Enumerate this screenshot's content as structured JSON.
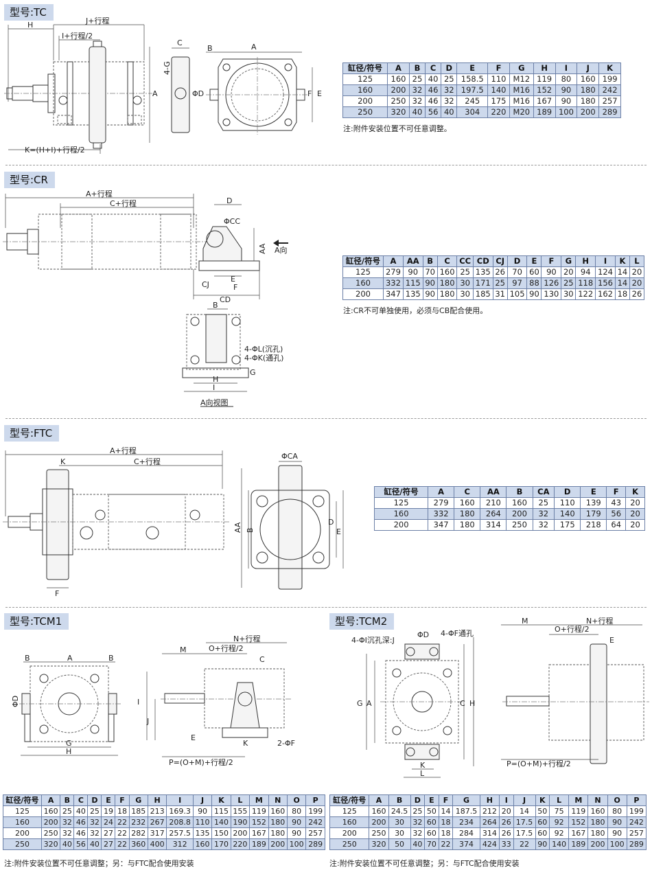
{
  "sections": {
    "tc": {
      "title": "型号:TC",
      "labels": {
        "H": "H",
        "J": "J+行程",
        "I": "I+行程/2",
        "K": "K=(H+I)+行程/2",
        "A1": "A",
        "C": "C",
        "G": "4-G",
        "D": "ΦD",
        "B": "B",
        "A2": "A",
        "F": "F",
        "E": "E"
      },
      "table": {
        "headers": [
          "缸径/符号",
          "A",
          "B",
          "C",
          "D",
          "E",
          "F",
          "G",
          "H",
          "I",
          "J",
          "K"
        ],
        "rows": [
          [
            "125",
            "160",
            "25",
            "40",
            "25",
            "158.5",
            "110",
            "M12",
            "119",
            "80",
            "160",
            "199"
          ],
          [
            "160",
            "200",
            "32",
            "46",
            "32",
            "197.5",
            "140",
            "M16",
            "152",
            "90",
            "180",
            "242"
          ],
          [
            "200",
            "250",
            "32",
            "46",
            "32",
            "245",
            "175",
            "M16",
            "167",
            "90",
            "180",
            "257"
          ],
          [
            "250",
            "320",
            "40",
            "56",
            "40",
            "304",
            "220",
            "M20",
            "189",
            "100",
            "200",
            "289"
          ]
        ]
      },
      "note": "注:附件安装位置不可任意调整。"
    },
    "cr": {
      "title": "型号:CR",
      "labels": {
        "A": "A+行程",
        "C": "C+行程",
        "D": "D",
        "CC": "ΦCC",
        "AA": "AA",
        "dir": "A向",
        "CJ": "CJ",
        "CD": "CD",
        "E": "E",
        "F": "F",
        "B": "B",
        "L": "4-ΦL(沉孔)",
        "K": "4-ΦK(通孔)",
        "G": "G",
        "H": "H",
        "I": "I",
        "view": "A向视图"
      },
      "table": {
        "headers": [
          "缸径/符号",
          "A",
          "AA",
          "B",
          "C",
          "CC",
          "CD",
          "CJ",
          "D",
          "E",
          "F",
          "G",
          "H",
          "I",
          "K",
          "L"
        ],
        "rows": [
          [
            "125",
            "279",
            "90",
            "70",
            "160",
            "25",
            "135",
            "26",
            "70",
            "60",
            "90",
            "20",
            "94",
            "124",
            "14",
            "20"
          ],
          [
            "160",
            "332",
            "115",
            "90",
            "180",
            "30",
            "171",
            "25",
            "97",
            "88",
            "126",
            "25",
            "118",
            "156",
            "14",
            "20"
          ],
          [
            "200",
            "347",
            "135",
            "90",
            "180",
            "30",
            "185",
            "31",
            "105",
            "90",
            "130",
            "30",
            "122",
            "162",
            "18",
            "26"
          ]
        ]
      },
      "note": "注:CR不可单独使用，必须与CB配合使用。"
    },
    "ftc": {
      "title": "型号:FTC",
      "labels": {
        "A": "A+行程",
        "K": "K",
        "C": "C+行程",
        "F": "F",
        "CA": "ΦCA",
        "AA": "AA",
        "B": "B",
        "D": "D",
        "E": "E"
      },
      "table": {
        "headers": [
          "缸径/符号",
          "A",
          "C",
          "AA",
          "B",
          "CA",
          "D",
          "E",
          "F",
          "K"
        ],
        "rows": [
          [
            "125",
            "279",
            "160",
            "210",
            "160",
            "25",
            "110",
            "139",
            "43",
            "20"
          ],
          [
            "160",
            "332",
            "180",
            "264",
            "200",
            "32",
            "140",
            "179",
            "56",
            "20"
          ],
          [
            "200",
            "347",
            "180",
            "314",
            "250",
            "32",
            "175",
            "218",
            "64",
            "20"
          ]
        ]
      }
    },
    "tcm1": {
      "title": "型号:TCM1",
      "labels": {
        "B1": "B",
        "A": "A",
        "B2": "B",
        "D": "ΦD",
        "G": "G",
        "H": "H",
        "N": "N+行程",
        "M": "M",
        "O": "O+行程/2",
        "C": "C",
        "I": "I",
        "J": "J",
        "E": "E",
        "K": "K",
        "F": "2-ΦF",
        "P": "P=(O+M)+行程/2"
      },
      "table": {
        "headers": [
          "缸径/符号",
          "A",
          "B",
          "C",
          "D",
          "E",
          "F",
          "G",
          "H",
          "I",
          "J",
          "K",
          "L",
          "M",
          "N",
          "O",
          "P"
        ],
        "rows": [
          [
            "125",
            "160",
            "25",
            "40",
            "25",
            "19",
            "18",
            "185",
            "213",
            "169.3",
            "90",
            "115",
            "155",
            "119",
            "160",
            "80",
            "199"
          ],
          [
            "160",
            "200",
            "32",
            "46",
            "32",
            "24",
            "22",
            "232",
            "267",
            "208.8",
            "110",
            "140",
            "190",
            "152",
            "180",
            "90",
            "242"
          ],
          [
            "200",
            "250",
            "32",
            "46",
            "32",
            "27",
            "22",
            "282",
            "317",
            "257.5",
            "135",
            "150",
            "200",
            "167",
            "180",
            "90",
            "257"
          ],
          [
            "250",
            "320",
            "40",
            "56",
            "40",
            "27",
            "22",
            "360",
            "400",
            "312",
            "160",
            "170",
            "220",
            "189",
            "200",
            "100",
            "289"
          ]
        ]
      },
      "note": "注:附件安装位置不可任意调整；另：与FTC配合使用安装"
    },
    "tcm2": {
      "title": "型号:TCM2",
      "labels": {
        "I": "4-ΦI沉孔深:J",
        "D": "ΦD",
        "F": "4-ΦF通孔",
        "G": "G",
        "A": "A",
        "C": "C",
        "H": "H",
        "K": "K",
        "L": "L",
        "M": "M",
        "N": "N+行程",
        "O": "O+行程/2",
        "E": "E",
        "P": "P=(O+M)+行程/2"
      },
      "table": {
        "headers": [
          "缸径/符号",
          "A",
          "B",
          "D",
          "E",
          "F",
          "G",
          "H",
          "I",
          "J",
          "K",
          "L",
          "M",
          "N",
          "O",
          "P"
        ],
        "rows": [
          [
            "125",
            "160",
            "24.5",
            "25",
            "50",
            "14",
            "187.5",
            "212",
            "20",
            "14",
            "50",
            "75",
            "119",
            "160",
            "80",
            "199"
          ],
          [
            "160",
            "200",
            "30",
            "32",
            "60",
            "18",
            "234",
            "264",
            "26",
            "17.5",
            "60",
            "92",
            "152",
            "180",
            "90",
            "242"
          ],
          [
            "200",
            "250",
            "30",
            "32",
            "60",
            "18",
            "284",
            "314",
            "26",
            "17.5",
            "60",
            "92",
            "167",
            "180",
            "90",
            "257"
          ],
          [
            "250",
            "320",
            "50",
            "40",
            "70",
            "22",
            "374",
            "424",
            "33",
            "22",
            "90",
            "140",
            "189",
            "200",
            "100",
            "289"
          ]
        ]
      },
      "note": "注:附件安装位置不可任意调整；另：与FTC配合使用安装"
    }
  }
}
